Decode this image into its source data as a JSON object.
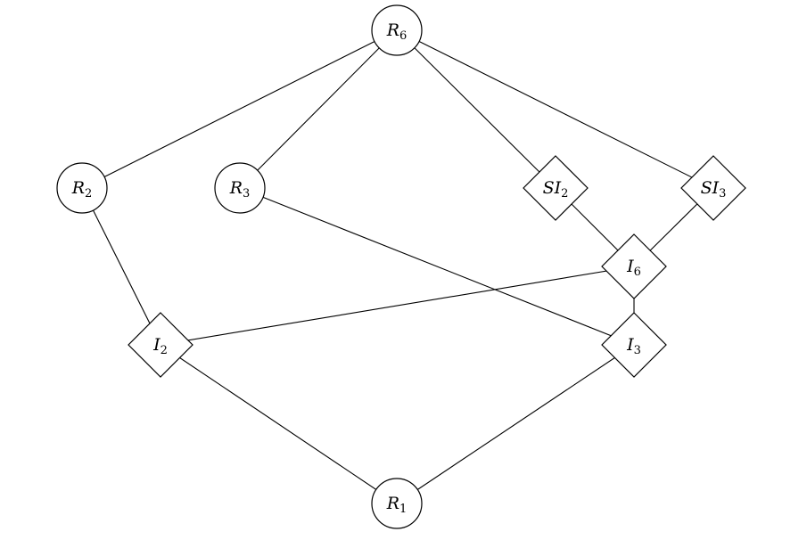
{
  "diagram": {
    "nodes": [
      {
        "id": "R6",
        "shape": "circle",
        "main": "R",
        "sub": "6"
      },
      {
        "id": "R2",
        "shape": "circle",
        "main": "R",
        "sub": "2"
      },
      {
        "id": "R3",
        "shape": "circle",
        "main": "R",
        "sub": "3"
      },
      {
        "id": "SI2",
        "shape": "diamond",
        "main": "SI",
        "sub": "2"
      },
      {
        "id": "SI3",
        "shape": "diamond",
        "main": "SI",
        "sub": "3"
      },
      {
        "id": "I6",
        "shape": "diamond",
        "main": "I",
        "sub": "6"
      },
      {
        "id": "I2",
        "shape": "diamond",
        "main": "I",
        "sub": "2"
      },
      {
        "id": "I3",
        "shape": "diamond",
        "main": "I",
        "sub": "3"
      },
      {
        "id": "R1",
        "shape": "circle",
        "main": "R",
        "sub": "1"
      }
    ],
    "edges": [
      [
        "R6",
        "R2"
      ],
      [
        "R6",
        "R3"
      ],
      [
        "R6",
        "SI2"
      ],
      [
        "R6",
        "SI3"
      ],
      [
        "R2",
        "I2"
      ],
      [
        "R3",
        "I3"
      ],
      [
        "SI2",
        "I6"
      ],
      [
        "SI3",
        "I6"
      ],
      [
        "I6",
        "I2"
      ],
      [
        "I6",
        "I3"
      ],
      [
        "I2",
        "R1"
      ],
      [
        "I3",
        "R1"
      ]
    ]
  }
}
